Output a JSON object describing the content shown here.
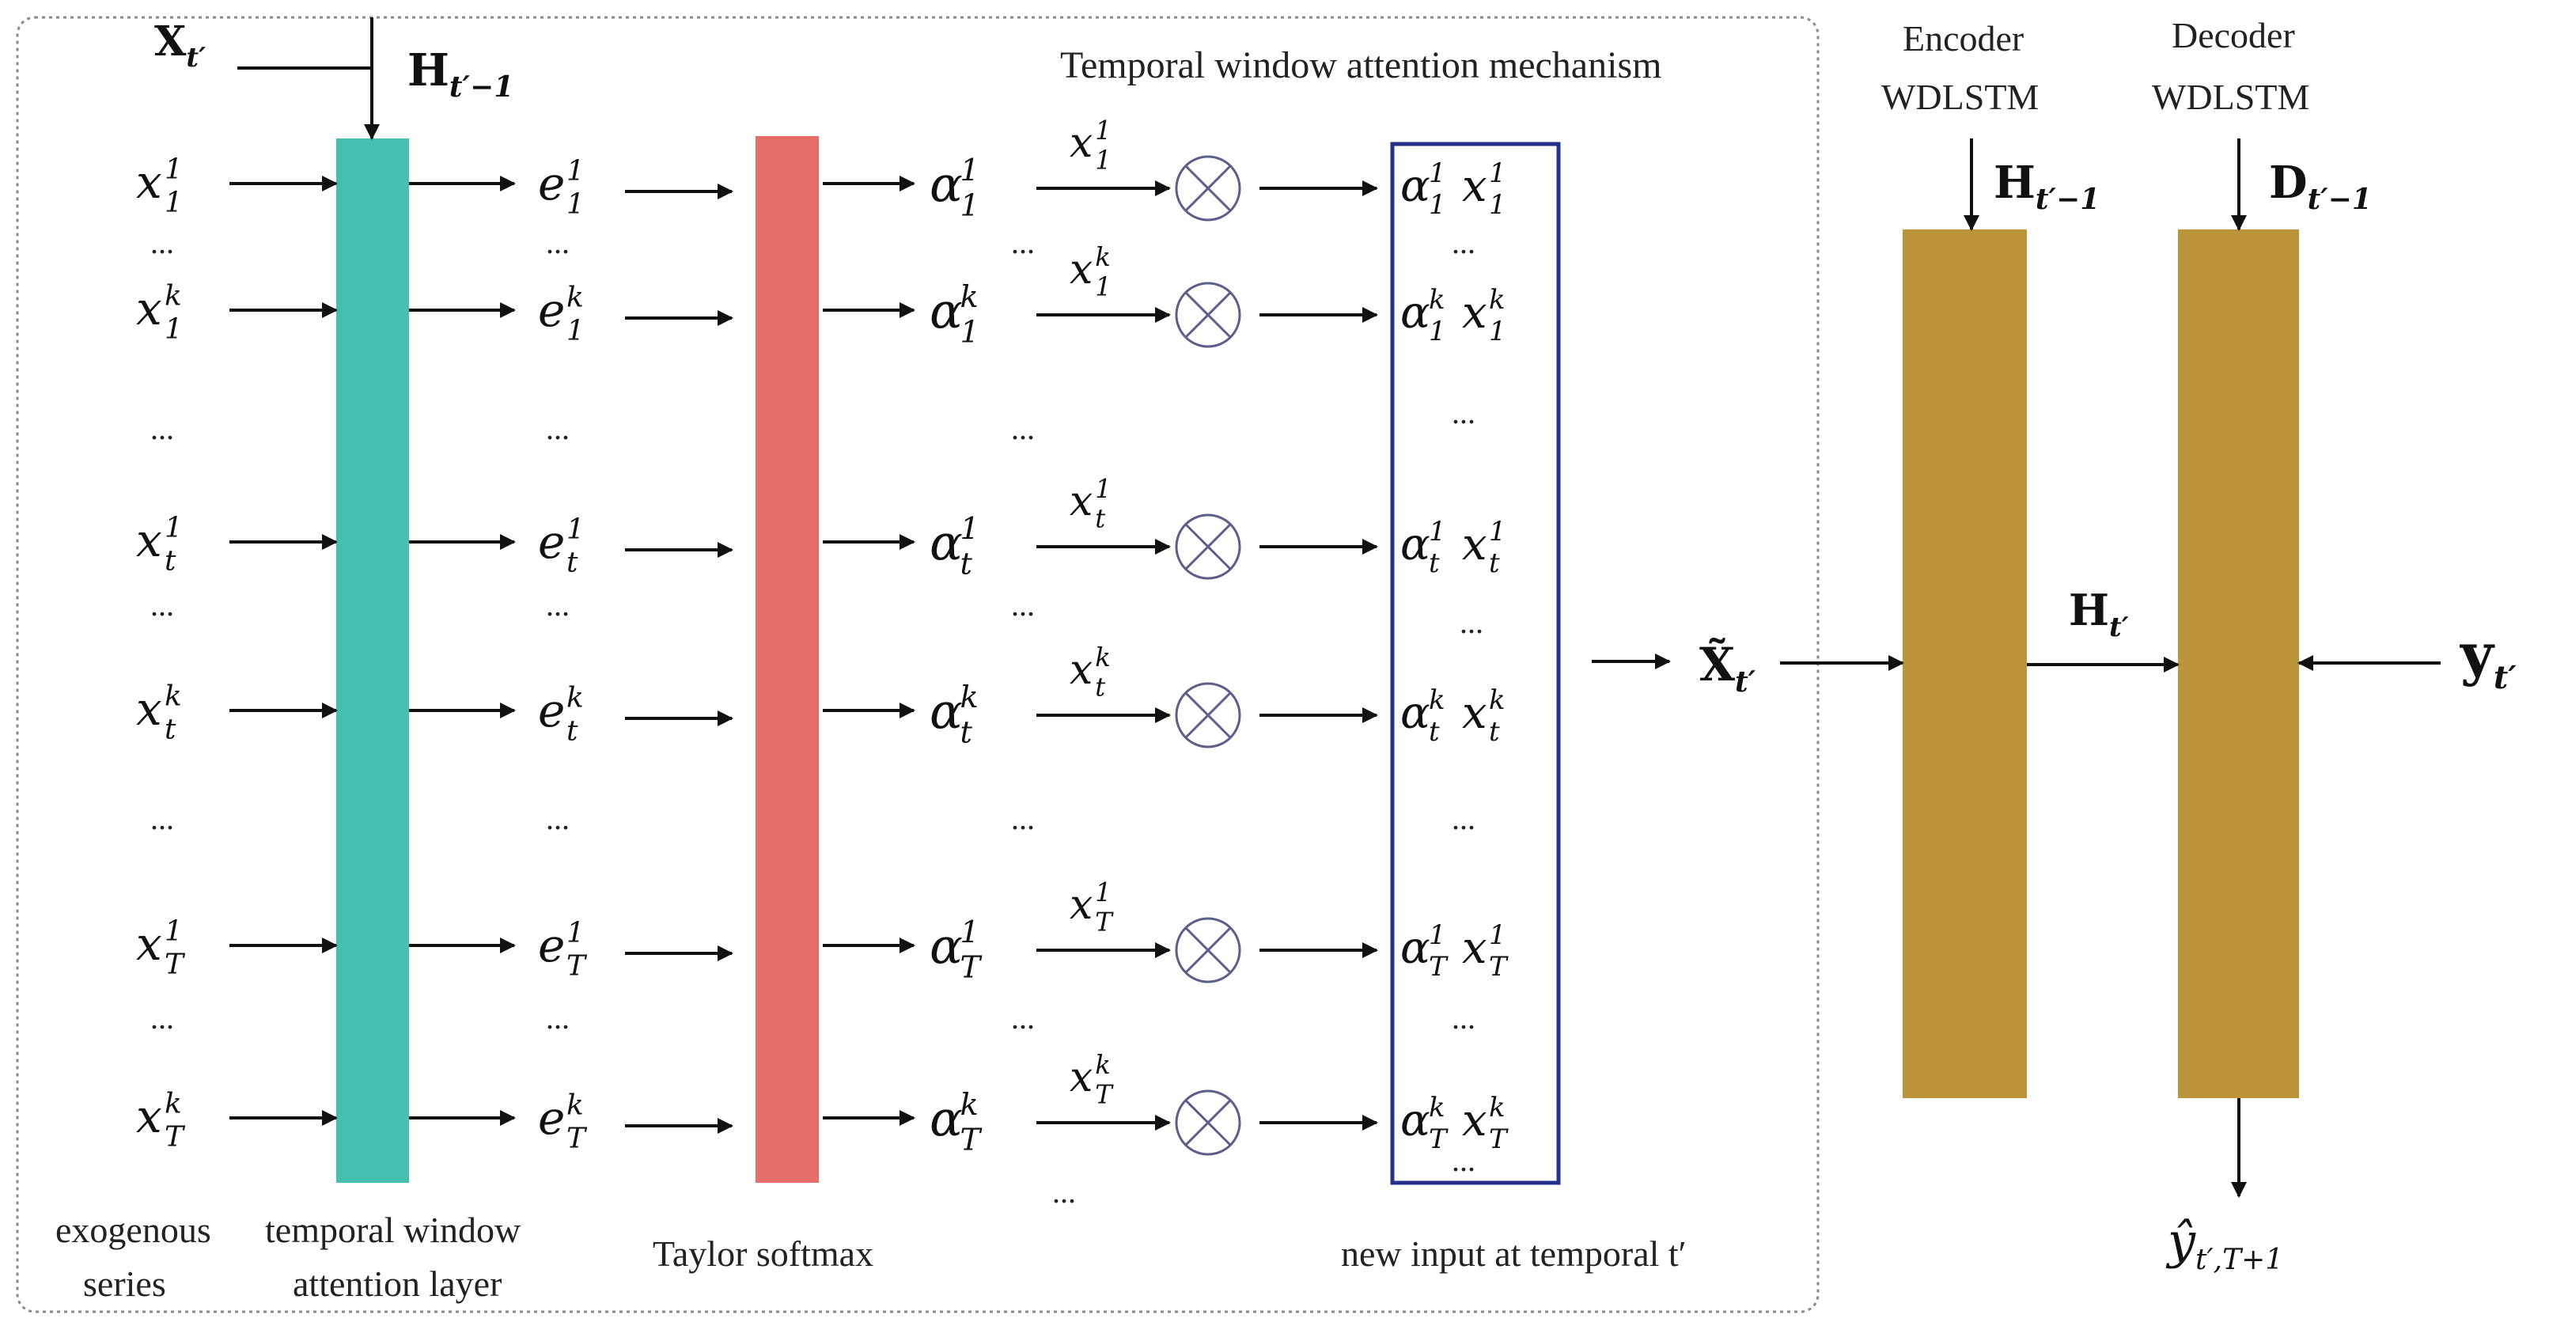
{
  "colors": {
    "attention_layer": "#45bfae",
    "softmax_layer": "#e56c68",
    "lstm_block": "#bc943a",
    "output_box": "#24308a",
    "frame": "#8a8a8a"
  },
  "captions": {
    "mechanism": "Temporal window attention mechanism",
    "exogenous_1": "exogenous",
    "exogenous_2": "series",
    "layer_1": "temporal window",
    "layer_2": "attention layer",
    "softmax": "Taylor softmax",
    "new_input": "new input at temporal t′",
    "encoder_1": "Encoder",
    "encoder_2": "WDLSTM",
    "decoder_1": "Decoder",
    "decoder_2": "WDLSTM"
  },
  "symbols": {
    "x_top": "X",
    "x_top_sub": "t′",
    "h_top": "H",
    "h_top_sub": "t′−1",
    "x_tilde": "X̃",
    "x_tilde_sub": "t′",
    "h_enc": "H",
    "h_enc_sub": "t′−1",
    "d_dec": "D",
    "d_dec_sub": "t′−1",
    "h_mid": "H",
    "h_mid_sub": "t′",
    "y_in": "y",
    "y_in_sub": "t′",
    "y_hat": "ŷ",
    "y_hat_sub": "t′,T+1"
  },
  "rows": [
    {
      "x": "x",
      "sup": "1",
      "sub": "1",
      "e": "e",
      "alpha": "α",
      "prod_x": "x"
    },
    {
      "x": "x",
      "sup": "k",
      "sub": "1",
      "e": "e",
      "alpha": "α",
      "prod_x": "x"
    },
    {
      "x": "x",
      "sup": "1",
      "sub": "t",
      "e": "e",
      "alpha": "α",
      "prod_x": "x"
    },
    {
      "x": "x",
      "sup": "k",
      "sub": "t",
      "e": "e",
      "alpha": "α",
      "prod_x": "x"
    },
    {
      "x": "x",
      "sup": "1",
      "sub": "T",
      "e": "e",
      "alpha": "α",
      "prod_x": "x"
    },
    {
      "x": "x",
      "sup": "k",
      "sub": "T",
      "e": "e",
      "alpha": "α",
      "prod_x": "x"
    }
  ],
  "ellipsis": "..."
}
